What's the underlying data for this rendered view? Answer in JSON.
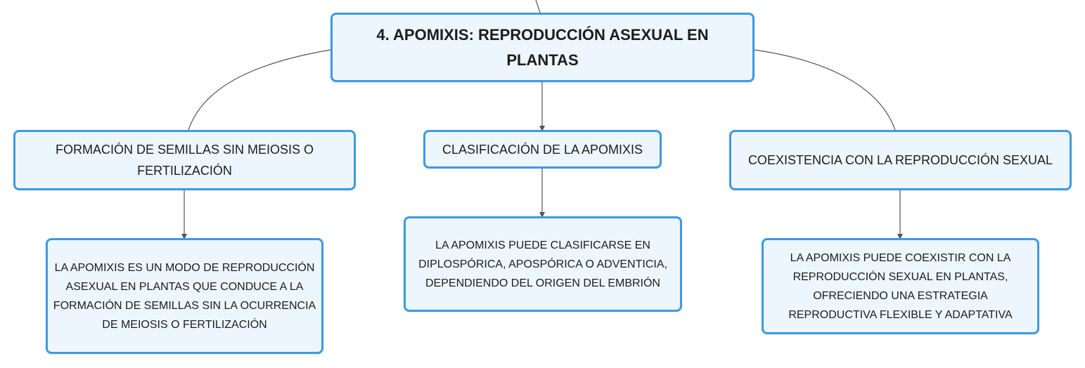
{
  "colors": {
    "node_fill": "#eef6fd",
    "node_border": "#3e9ae0",
    "connector": "#555555",
    "text": "#1c1c1c"
  },
  "root": {
    "label": "4. APOMIXIS: REPRODUCCIÓN ASEXUAL EN PLANTAS"
  },
  "branches": [
    {
      "label": "FORMACIÓN DE SEMILLAS SIN MEIOSIS O FERTILIZACIÓN",
      "child": "LA APOMIXIS ES UN MODO DE REPRODUCCIÓN ASEXUAL EN PLANTAS QUE CONDUCE A LA FORMACIÓN DE SEMILLAS SIN LA OCURRENCIA DE MEIOSIS O FERTILIZACIÓN"
    },
    {
      "label": "CLASIFICACIÓN DE LA APOMIXIS",
      "child": "LA APOMIXIS PUEDE CLASIFICARSE EN DIPLOSPÓRICA, APOSPÓRICA O ADVENTICIA, DEPENDIENDO DEL ORIGEN DEL EMBRIÓN"
    },
    {
      "label": "COEXISTENCIA CON LA REPRODUCCIÓN SEXUAL",
      "child": "LA APOMIXIS PUEDE COEXISTIR CON LA REPRODUCCIÓN SEXUAL EN PLANTAS, OFRECIENDO UNA ESTRATEGIA REPRODUCTIVA FLEXIBLE Y ADAPTATIVA"
    }
  ]
}
